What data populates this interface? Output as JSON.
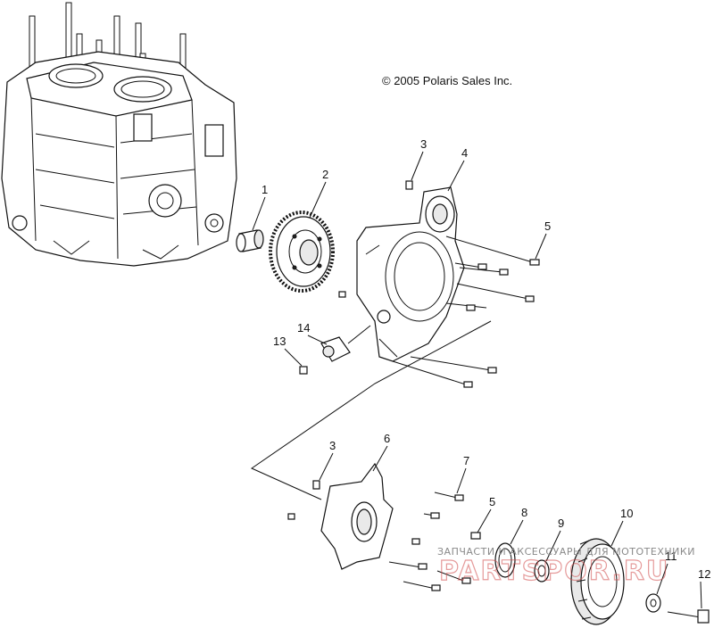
{
  "copyright": "© 2005 Polaris Sales Inc.",
  "watermark": {
    "text": "ЗАПЧАСТИ И АКСЕССУАРЫ ДЛЯ МОТОТЕХНИКИ",
    "logo": "PARTSPOR.RU"
  },
  "callouts": [
    "1",
    "2",
    "3",
    "4",
    "5",
    "14",
    "13",
    "3",
    "6",
    "7",
    "5",
    "8",
    "9",
    "10",
    "11",
    "12"
  ],
  "colors": {
    "line": "#111111",
    "watermark_red": "#d04848"
  }
}
